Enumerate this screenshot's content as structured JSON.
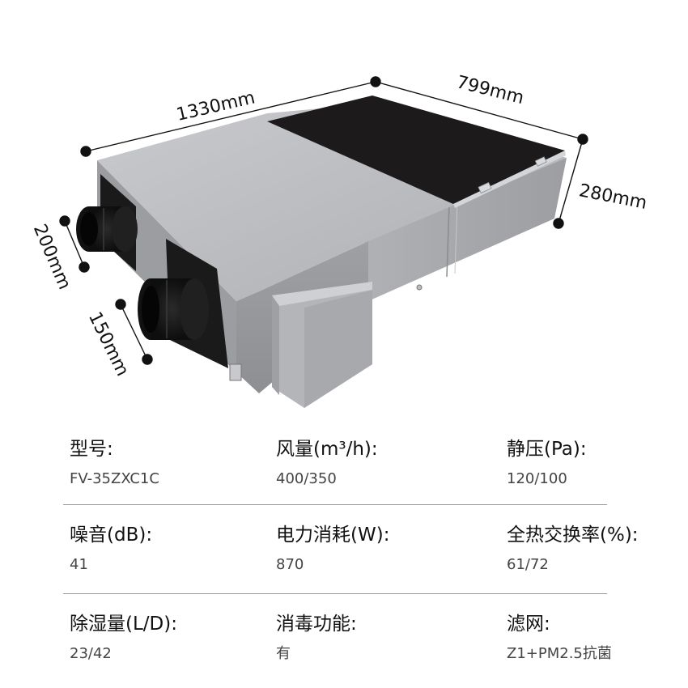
{
  "dimensions": {
    "length": "1330mm",
    "width": "799mm",
    "height": "280mm",
    "duct_large": "200mm",
    "duct_small": "150mm"
  },
  "specs": [
    [
      {
        "label": "型号:",
        "value": "FV-35ZXC1C"
      },
      {
        "label": "风量(m³/h):",
        "value": "400/350"
      },
      {
        "label": "静压(Pa):",
        "value": "120/100"
      }
    ],
    [
      {
        "label": "噪音(dB):",
        "value": "41"
      },
      {
        "label": "电力消耗(W):",
        "value": "870"
      },
      {
        "label": "全热交换率(%):",
        "value": "61/72"
      }
    ],
    [
      {
        "label": "除湿量(L/D):",
        "value": "23/42"
      },
      {
        "label": "消毒功能:",
        "value": "有"
      },
      {
        "label": "滤网:",
        "value": "Z1+PM2.5抗菌"
      }
    ]
  ],
  "colors": {
    "panel_dark": "#1c1a1a",
    "body_top": "#b6b7bb",
    "body_side": "#a1a2a6",
    "duct": "#161616",
    "divider": "#9a9a9a"
  }
}
